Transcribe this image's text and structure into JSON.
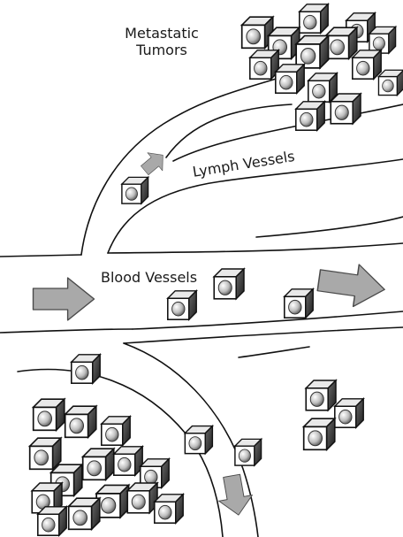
{
  "labels": {
    "metastatic_line1": "Metastatic",
    "metastatic_line2": "Tumors",
    "lymph_vessels": "Lymph Vessels",
    "blood_vessels": "Blood Vessels"
  },
  "colors": {
    "line": "#111111",
    "arrow_fill": "#a9a9a9",
    "arrow_stroke": "#4a4a4a",
    "cube_face": "#ffffff",
    "cube_shade": "#3a3a3a",
    "nucleus": "#cfcfcf"
  },
  "icons": {
    "cell": "tumor-cell-cube",
    "flow": "flow-arrow"
  }
}
